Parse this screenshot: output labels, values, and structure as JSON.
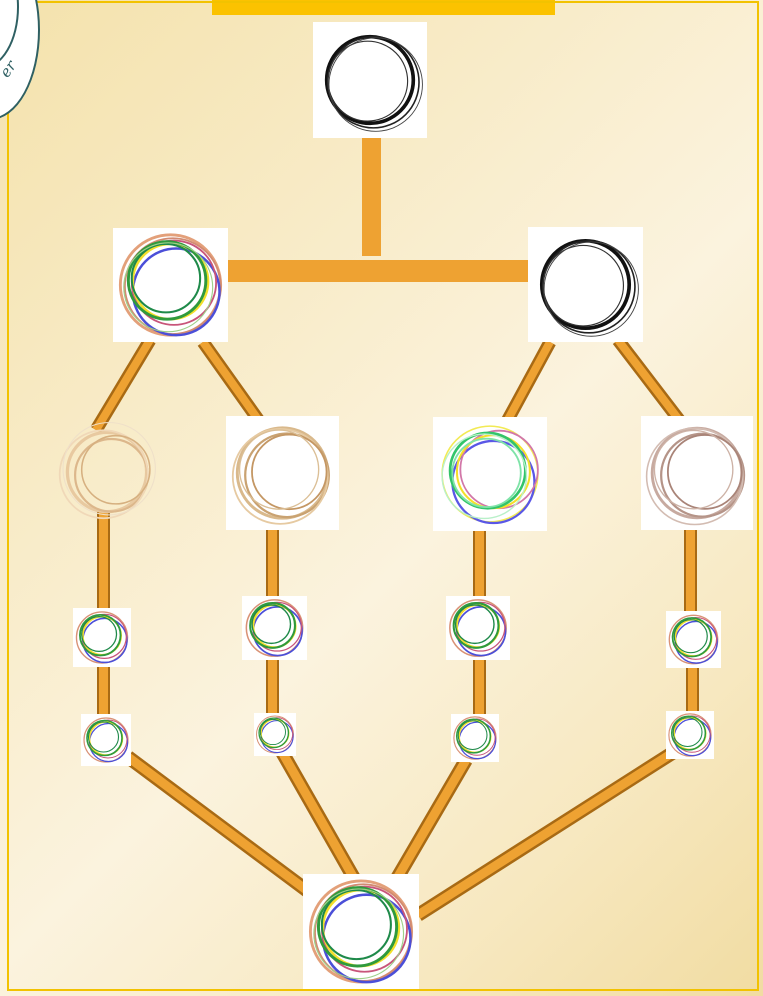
{
  "badge": {
    "text": "er",
    "color": "#2f6063"
  },
  "colors": {
    "connector": "#eea232",
    "connector_edge": "#a86a14",
    "frame": "#f2c200",
    "top_bar": "#fbc200"
  },
  "diagram": {
    "nodes": [
      {
        "id": "root",
        "style": "sketch-black"
      },
      {
        "id": "left-parent",
        "style": "multicolor"
      },
      {
        "id": "right-parent",
        "style": "sketch-black"
      },
      {
        "id": "child-1",
        "style": "faded-tan"
      },
      {
        "id": "child-2",
        "style": "tan"
      },
      {
        "id": "child-3",
        "style": "multicolor-light"
      },
      {
        "id": "child-4",
        "style": "taupe"
      },
      {
        "id": "grandchild-1a",
        "style": "multicolor-small"
      },
      {
        "id": "grandchild-2a",
        "style": "multicolor-small"
      },
      {
        "id": "grandchild-3a",
        "style": "multicolor-small"
      },
      {
        "id": "grandchild-4a",
        "style": "multicolor-small"
      },
      {
        "id": "grandchild-1b",
        "style": "multicolor-small"
      },
      {
        "id": "grandchild-2b",
        "style": "multicolor-small"
      },
      {
        "id": "grandchild-3b",
        "style": "multicolor-small"
      },
      {
        "id": "grandchild-4b",
        "style": "multicolor-small"
      },
      {
        "id": "bottom",
        "style": "multicolor"
      }
    ],
    "edges": [
      [
        "root",
        "left-parent"
      ],
      [
        "root",
        "right-parent"
      ],
      [
        "left-parent",
        "child-1"
      ],
      [
        "left-parent",
        "child-2"
      ],
      [
        "right-parent",
        "child-3"
      ],
      [
        "right-parent",
        "child-4"
      ],
      [
        "child-1",
        "grandchild-1a"
      ],
      [
        "grandchild-1a",
        "grandchild-1b"
      ],
      [
        "child-2",
        "grandchild-2a"
      ],
      [
        "grandchild-2a",
        "grandchild-2b"
      ],
      [
        "child-3",
        "grandchild-3a"
      ],
      [
        "grandchild-3a",
        "grandchild-3b"
      ],
      [
        "child-4",
        "grandchild-4a"
      ],
      [
        "grandchild-4a",
        "grandchild-4b"
      ],
      [
        "grandchild-1b",
        "bottom"
      ],
      [
        "grandchild-2b",
        "bottom"
      ],
      [
        "grandchild-3b",
        "bottom"
      ],
      [
        "grandchild-4b",
        "bottom"
      ]
    ]
  }
}
